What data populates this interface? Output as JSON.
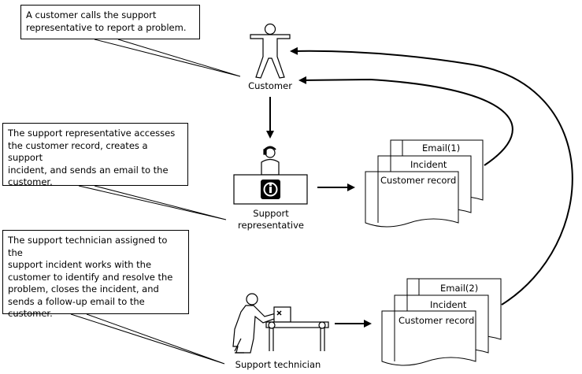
{
  "callouts": {
    "customer_calls": "A customer calls the support\nrepresentative to report a problem.",
    "rep_accesses": "The support representative accesses\nthe customer record, creates a support\nincident, and sends an email to the\ncustomer.",
    "tech_assigned": "The support technician assigned to the\nsupport incident works with the\ncustomer to identify and resolve the\nproblem, closes the incident, and\nsends a follow-up email to the\ncustomer."
  },
  "actors": {
    "customer": "Customer",
    "support_rep": "Support\nrepresentative",
    "support_tech": "Support technician"
  },
  "document_stacks": {
    "first": {
      "email": "Email(1)",
      "incident": "Incident",
      "record": "Customer record"
    },
    "second": {
      "email": "Email(2)",
      "incident": "Incident",
      "record": "Customer record"
    }
  },
  "icons": {
    "customer": "person-icon",
    "support_rep": "support-representative-desk-icon",
    "info_badge": "info-icon",
    "support_tech": "worker-at-workbench-icon"
  }
}
